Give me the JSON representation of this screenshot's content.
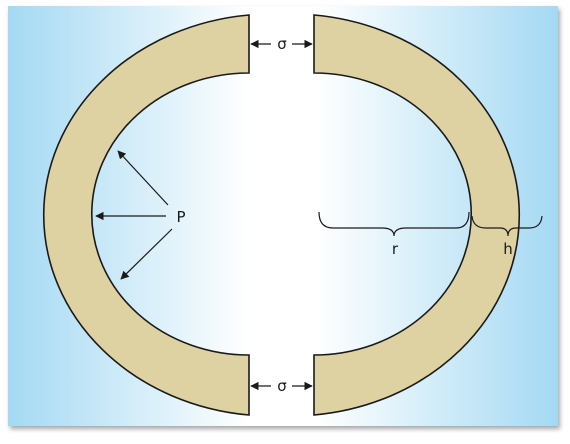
{
  "diagram": {
    "labels": {
      "pressure": "P",
      "stress_top": "σ",
      "stress_bottom": "σ",
      "radius": "r",
      "thickness": "h"
    },
    "colors": {
      "wall_fill": "#dfd2a2",
      "outline": "#1a1a1a",
      "background_edge": "#a4d9f3",
      "background_center": "#ffffff"
    }
  }
}
